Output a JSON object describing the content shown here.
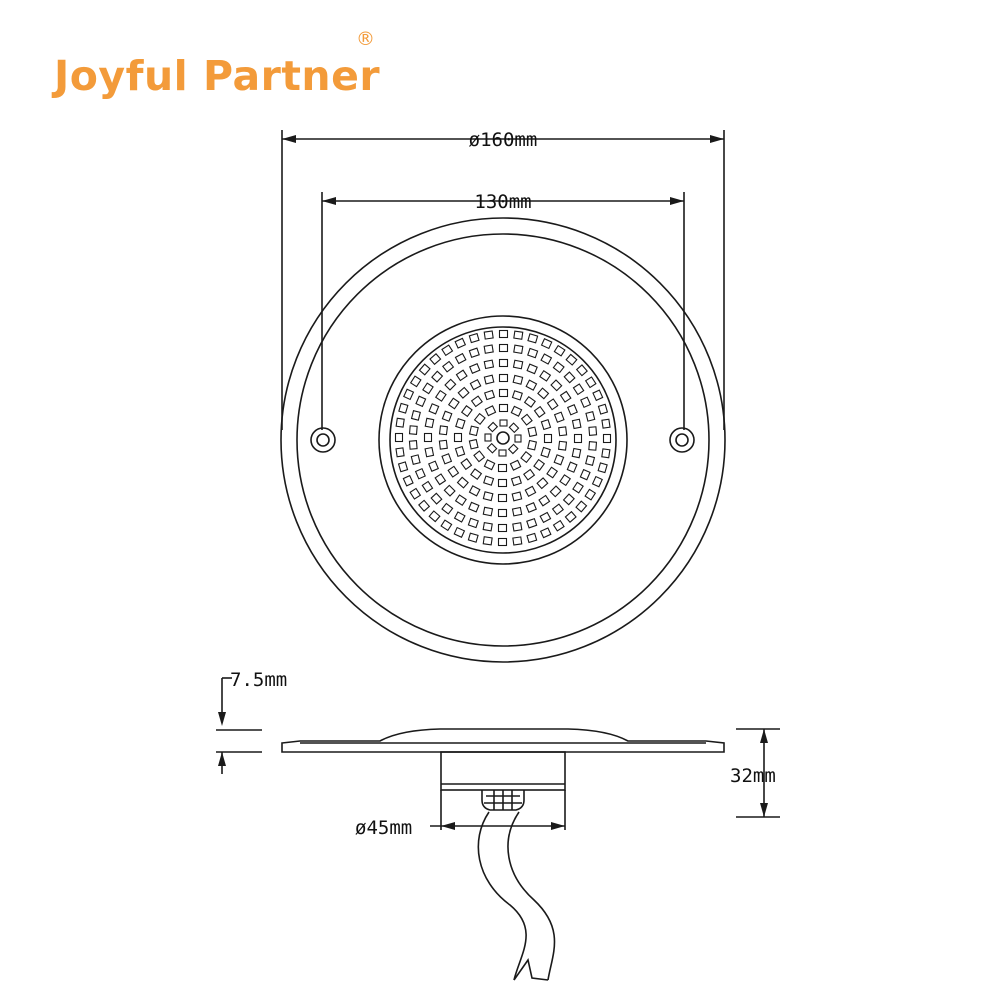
{
  "brand": {
    "name": "Joyful Partner",
    "registered_mark": "®",
    "color": "#F39B3A"
  },
  "dimensions": {
    "outer_diameter": "ø160mm",
    "hole_spacing": "130mm",
    "flange_thickness": "7.5mm",
    "total_height": "32mm",
    "base_diameter": "ø45mm"
  },
  "colors": {
    "line": "#1a1a1a",
    "background": "#ffffff"
  }
}
